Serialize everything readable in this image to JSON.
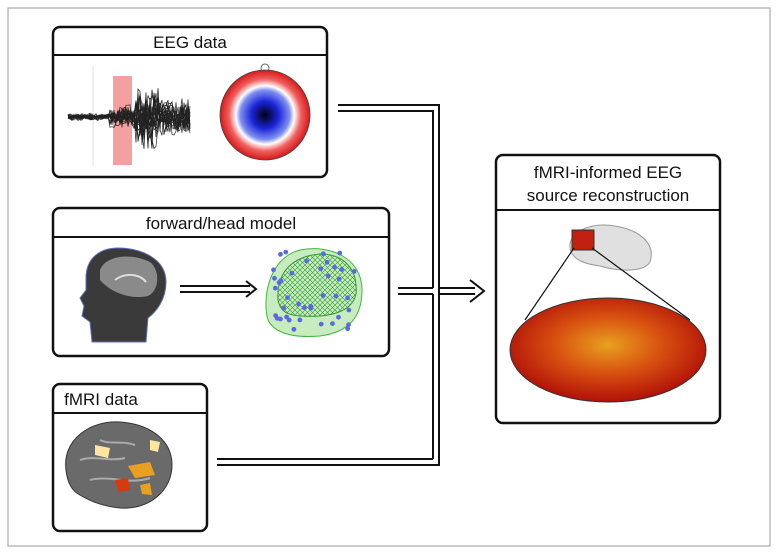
{
  "boxes": {
    "eeg": {
      "title": "EEG data"
    },
    "forward": {
      "title": "forward/head model"
    },
    "fmri": {
      "title": "fMRI data"
    },
    "result": {
      "title_line1": "fMRI-informed EEG",
      "title_line2": "source reconstruction"
    }
  },
  "colors": {
    "stroke": "#111111",
    "highlight": "#f4a0a0",
    "topo_red": "#e0201c",
    "topo_blue": "#1a24d8",
    "mesh_green": "#3fb83f",
    "electrode_blue": "#5a6ae0",
    "activation": "#d83a10"
  }
}
